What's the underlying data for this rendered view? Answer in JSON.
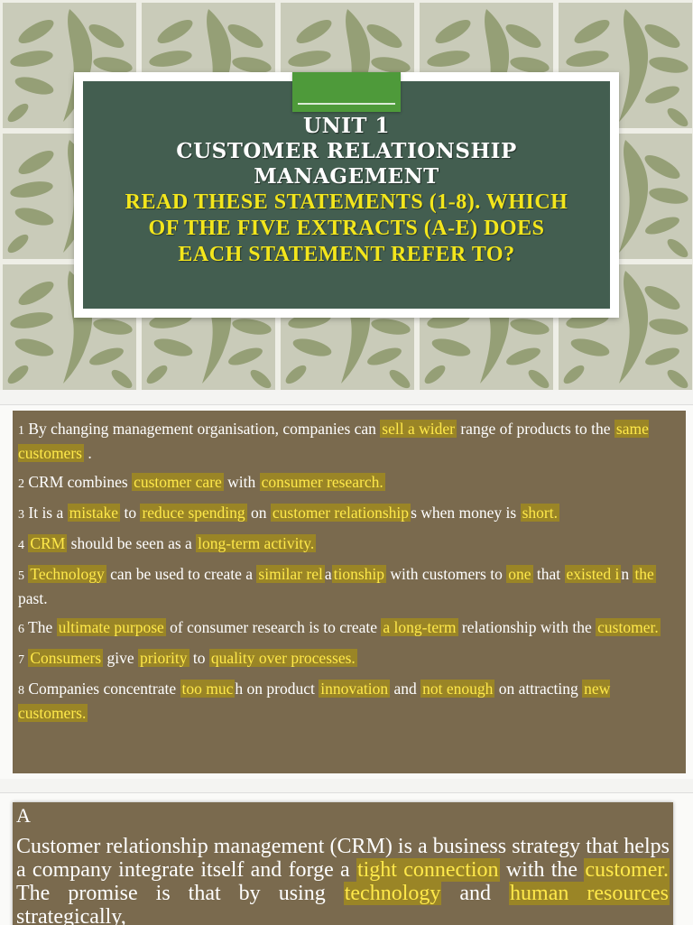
{
  "slide1": {
    "unit": "Unit 1",
    "title_line1": "Customer Relationship",
    "title_line2": "Management",
    "instruction_line1": "READ THESE STATEMENTS (1-8). WHICH",
    "instruction_line2": "OF THE FIVE EXTRACTS (A-E) DOES",
    "instruction_line3": "EACH STATEMENT REFER TO?",
    "colors": {
      "background": "#c7c9b7",
      "box": "#435e50",
      "tab": "#4e9a3a",
      "highlight": "#f3e61c"
    }
  },
  "slide2": {
    "statements": [
      {
        "num": "1",
        "parts": [
          {
            "t": " By changing management organisation, companies can "
          },
          {
            "t": "sell a wider",
            "hl": true
          },
          {
            "t": " range of products to the "
          },
          {
            "t": "same customers",
            "hl": true
          },
          {
            "t": " ."
          }
        ]
      },
      {
        "num": "2",
        "parts": [
          {
            "t": " CRM combines "
          },
          {
            "t": "customer care",
            "hl": true
          },
          {
            "t": " with "
          },
          {
            "t": "consumer research.",
            "hl": true
          }
        ]
      },
      {
        "num": "3",
        "parts": [
          {
            "t": " It is a "
          },
          {
            "t": "mistake",
            "hl": true
          },
          {
            "t": " to "
          },
          {
            "t": "reduce spending",
            "hl": true
          },
          {
            "t": " on "
          },
          {
            "t": "customer relationship",
            "hl": true
          },
          {
            "t": "s when money is "
          },
          {
            "t": "short.",
            "hl": true
          }
        ]
      },
      {
        "num": "4",
        "parts": [
          {
            "t": " "
          },
          {
            "t": "CRM",
            "hl": true
          },
          {
            "t": " should be seen as a "
          },
          {
            "t": "long-term activity.",
            "hl": true
          }
        ]
      },
      {
        "num": "5",
        "parts": [
          {
            "t": " "
          },
          {
            "t": "Technology",
            "hl": true
          },
          {
            "t": " can be used to create a "
          },
          {
            "t": "similar rel",
            "hl": true
          },
          {
            "t": "a"
          },
          {
            "t": "tionship",
            "hl": true
          },
          {
            "t": " with customers to "
          },
          {
            "t": "one",
            "hl": true
          },
          {
            "t": " that "
          },
          {
            "t": "existed i",
            "hl": true
          },
          {
            "t": "n "
          },
          {
            "t": "the",
            "hl": true
          },
          {
            "t": " past."
          }
        ]
      },
      {
        "num": "6",
        "parts": [
          {
            "t": " The "
          },
          {
            "t": "ultimate purpose",
            "hl": true
          },
          {
            "t": " of consumer research is to create "
          },
          {
            "t": "a long-term",
            "hl": true
          },
          {
            "t": " relationship with the "
          },
          {
            "t": "customer.",
            "hl": true
          }
        ]
      },
      {
        "num": "7",
        "parts": [
          {
            "t": " "
          },
          {
            "t": "Consumers",
            "hl": true
          },
          {
            "t": " give "
          },
          {
            "t": "priority",
            "hl": true
          },
          {
            "t": " to "
          },
          {
            "t": "quality over processes.",
            "hl": true
          }
        ]
      },
      {
        "num": "8",
        "parts": [
          {
            "t": " Companies concentrate "
          },
          {
            "t": "too muc",
            "hl": true
          },
          {
            "t": "h on product "
          },
          {
            "t": "innovation",
            "hl": true
          },
          {
            "t": " and "
          },
          {
            "t": "not enough",
            "hl": true
          },
          {
            "t": " on attracting "
          },
          {
            "t": "new customers.",
            "hl": true
          }
        ]
      }
    ],
    "colors": {
      "box": "#7a6a4e",
      "highlight_bg": "#9a8526",
      "highlight_text": "#ffe94a"
    }
  },
  "slide3": {
    "letter": "A",
    "parts": [
      {
        "t": "Customer relationship management (CRM) is a business strategy that helps a company integrate itself and forge a "
      },
      {
        "t": "tight connection",
        "hl": true
      },
      {
        "t": " with the "
      },
      {
        "t": "customer.",
        "hl": true
      },
      {
        "t": " The promise is that by using "
      },
      {
        "t": "technology",
        "hl": true
      },
      {
        "t": " and "
      },
      {
        "t": "human resources",
        "hl": true
      },
      {
        "t": " strategically,"
      }
    ]
  }
}
